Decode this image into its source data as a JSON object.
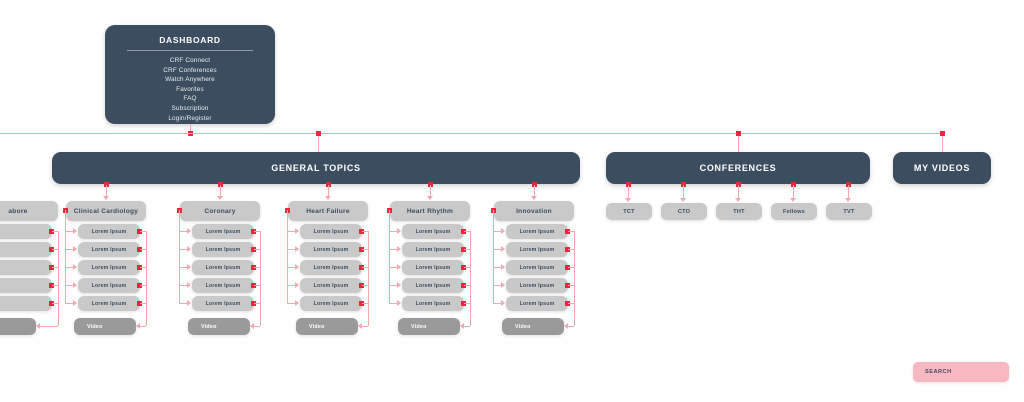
{
  "diagram": {
    "background": "#ffffff",
    "colors": {
      "navy": "#3b4d5f",
      "card_grey": "#c9c9c9",
      "video_grey": "#9a9a9a",
      "connector_pink": "#f3a9b2",
      "dot_red": "#e8283c",
      "search_pink": "#f7b8c2"
    }
  },
  "dashboard": {
    "title": "DASHBOARD",
    "items": [
      "CRF Connect",
      "CRF Conferences",
      "Watch Anywhere",
      "Favorites",
      "FAQ",
      "Subscription",
      "Login/Register"
    ]
  },
  "sections": {
    "general_topics": {
      "title": "GENERAL TOPICS"
    },
    "conferences": {
      "title": "CONFERENCES",
      "chips": [
        "TCT",
        "CTO",
        "THT",
        "Fellows",
        "TVT"
      ]
    },
    "my_videos": {
      "title": "MY VIDEOS"
    }
  },
  "columns": [
    {
      "title": "abore",
      "clipped": true,
      "leaves": [
        "",
        "",
        "",
        "",
        ""
      ],
      "video": ""
    },
    {
      "title": "Clinical Cardiology",
      "clipped": false,
      "leaves": [
        "Lorem Ipsum",
        "Lorem Ipsum",
        "Lorem Ipsum",
        "Lorem Ipsum",
        "Lorem Ipsum"
      ],
      "video": "Video"
    },
    {
      "title": "Coronary",
      "clipped": false,
      "leaves": [
        "Lorem Ipsum",
        "Lorem Ipsum",
        "Lorem Ipsum",
        "Lorem Ipsum",
        "Lorem Ipsum"
      ],
      "video": "Video"
    },
    {
      "title": "Heart Failure",
      "clipped": false,
      "leaves": [
        "Lorem Ipsum",
        "Lorem Ipsum",
        "Lorem Ipsum",
        "Lorem Ipsum",
        "Lorem Ipsum"
      ],
      "video": "Video"
    },
    {
      "title": "Heart Rhythm",
      "clipped": false,
      "leaves": [
        "Lorem Ipsum",
        "Lorem Ipsum",
        "Lorem Ipsum",
        "Lorem Ipsum",
        "Lorem Ipsum"
      ],
      "video": "Video"
    },
    {
      "title": "Innovation",
      "clipped": false,
      "leaves": [
        "Lorem Ipsum",
        "Lorem Ipsum",
        "Lorem Ipsum",
        "Lorem Ipsum",
        "Lorem Ipsum"
      ],
      "video": "Video"
    }
  ],
  "search": {
    "label": "SEARCH"
  }
}
